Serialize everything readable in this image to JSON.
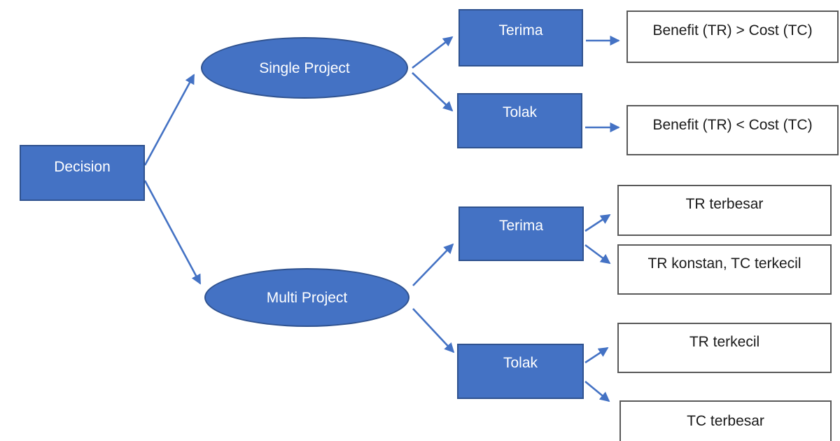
{
  "diagram": {
    "root": {
      "label": "Decision"
    },
    "branches": [
      {
        "label": "Single Project",
        "children": [
          {
            "label": "Terima",
            "outcomes": [
              "Benefit (TR) > Cost (TC)"
            ]
          },
          {
            "label": "Tolak",
            "outcomes": [
              "Benefit (TR) < Cost (TC)"
            ]
          }
        ]
      },
      {
        "label": "Multi Project",
        "children": [
          {
            "label": "Terima",
            "outcomes": [
              "TR terbesar",
              "TR konstan, TC terkecil"
            ]
          },
          {
            "label": "Tolak",
            "outcomes": [
              "TR terkecil",
              "TC terbesar"
            ]
          }
        ]
      }
    ],
    "colors": {
      "node_fill": "#4472C4",
      "node_border": "#2F528F",
      "node_text": "#FFFFFF",
      "arrow_color": "#4472C4",
      "outcome_border": "#595959",
      "outcome_text": "#1A1A1A",
      "canvas_bg": "#FFFFFF"
    }
  }
}
